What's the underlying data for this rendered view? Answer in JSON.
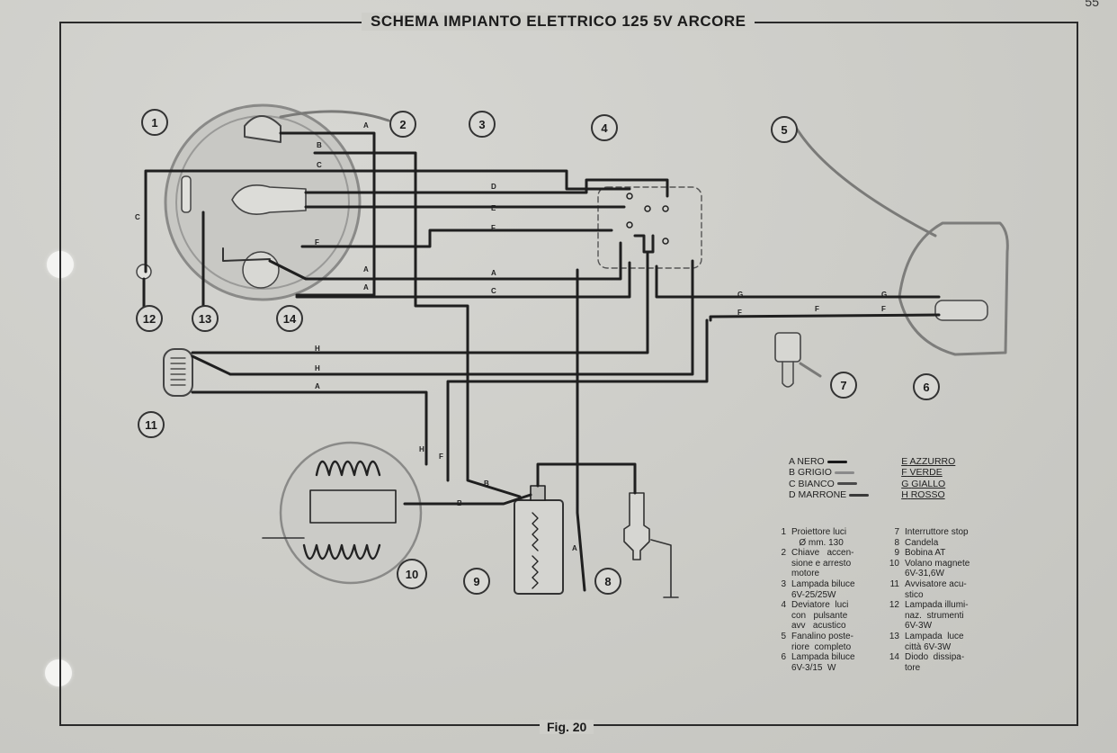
{
  "title": "SCHEMA IMPIANTO ELETTRICO 125 5V ARCORE",
  "figure_label": "Fig. 20",
  "page_number": "55",
  "callouts": [
    "1",
    "2",
    "3",
    "4",
    "5",
    "6",
    "7",
    "8",
    "9",
    "10",
    "11",
    "12",
    "13",
    "14"
  ],
  "wire_letters": {
    "A": "A",
    "B": "B",
    "C": "C",
    "D": "D",
    "E": "E",
    "F": "F",
    "G": "G",
    "H": "H"
  },
  "color_legend": [
    {
      "code": "A",
      "label": "NERO",
      "color": "#1a1a1a"
    },
    {
      "code": "B",
      "label": "GRIGIO",
      "color": "#8a8a8a"
    },
    {
      "code": "C",
      "label": "BIANCO",
      "color": "#4a4a4a"
    },
    {
      "code": "D",
      "label": "MARRONE",
      "color": "#3a3a3a"
    },
    {
      "code": "E",
      "label": "AZZURRO",
      "color": "#555555"
    },
    {
      "code": "F",
      "label": "VERDE",
      "color": "#555555"
    },
    {
      "code": "G",
      "label": "GIALLO",
      "color": "#555555"
    },
    {
      "code": "H",
      "label": "ROSSO",
      "color": "#555555"
    }
  ],
  "parts_left": [
    {
      "n": "1",
      "text": "Proiettore luci\n   Ø mm. 130"
    },
    {
      "n": "2",
      "text": "Chiave   accen-\nsione e arresto\nmotore"
    },
    {
      "n": "3",
      "text": "Lampada biluce\n6V-25/25W"
    },
    {
      "n": "4",
      "text": "Deviatore  luci\ncon   pulsante\navv   acustico"
    },
    {
      "n": "5",
      "text": "Fanalino poste-\nriore  completo"
    },
    {
      "n": "6",
      "text": "Lampada biluce\n6V-3/15  W"
    }
  ],
  "parts_right": [
    {
      "n": "7",
      "text": "Interruttore stop"
    },
    {
      "n": "8",
      "text": "Candela"
    },
    {
      "n": "9",
      "text": "Bobina AT"
    },
    {
      "n": "10",
      "text": "Volano magnete\n6V-31,6W"
    },
    {
      "n": "11",
      "text": "Avvisatore acu-\nstico"
    },
    {
      "n": "12",
      "text": "Lampada illumi-\nnaz.  strumenti\n6V-3W"
    },
    {
      "n": "13",
      "text": "Lampada  luce\ncittà 6V-3W"
    },
    {
      "n": "14",
      "text": "Diodo  dissipa-\ntore"
    }
  ]
}
